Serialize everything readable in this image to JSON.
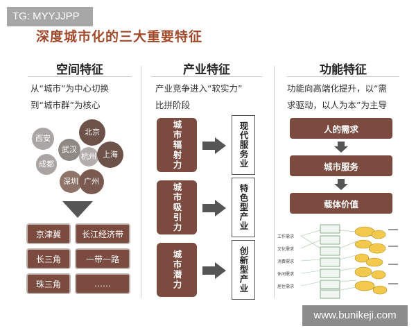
{
  "tag": "TG: MYYJJPP",
  "title": "深度城市化的三大重要特征",
  "watermark": "www.bunikeji.com",
  "columns": [
    {
      "title": "空间特征",
      "desc_lines": [
        "从“城市”为中心切换",
        "到“城市群”为核心"
      ],
      "bubbles": [
        "西安",
        "北京",
        "武汉",
        "杭州",
        "上海",
        "成都",
        "深圳",
        "广州"
      ],
      "grid": [
        "京津冀",
        "长江经济带",
        "长三角",
        "一带一路",
        "珠三角",
        "……"
      ]
    },
    {
      "title": "产业特征",
      "desc_lines": [
        "产业竞争进入“软实力”",
        "比拼阶段"
      ],
      "rows": [
        {
          "left": "城市辐射力",
          "right": "现代服务业"
        },
        {
          "left": "城市吸引力",
          "right": "特色型产业"
        },
        {
          "left": "城市潜力",
          "right": "创新型产业"
        }
      ]
    },
    {
      "title": "功能特征",
      "desc_lines": [
        "功能向高端化提升，以“需",
        "求驱动，以人为本”为主导"
      ],
      "steps": [
        "人的需求",
        "城市服务",
        "载体价值"
      ],
      "needs": [
        "工作需求",
        "文化需求",
        "消费需求",
        "休闲需求",
        "居住需求"
      ]
    }
  ]
}
